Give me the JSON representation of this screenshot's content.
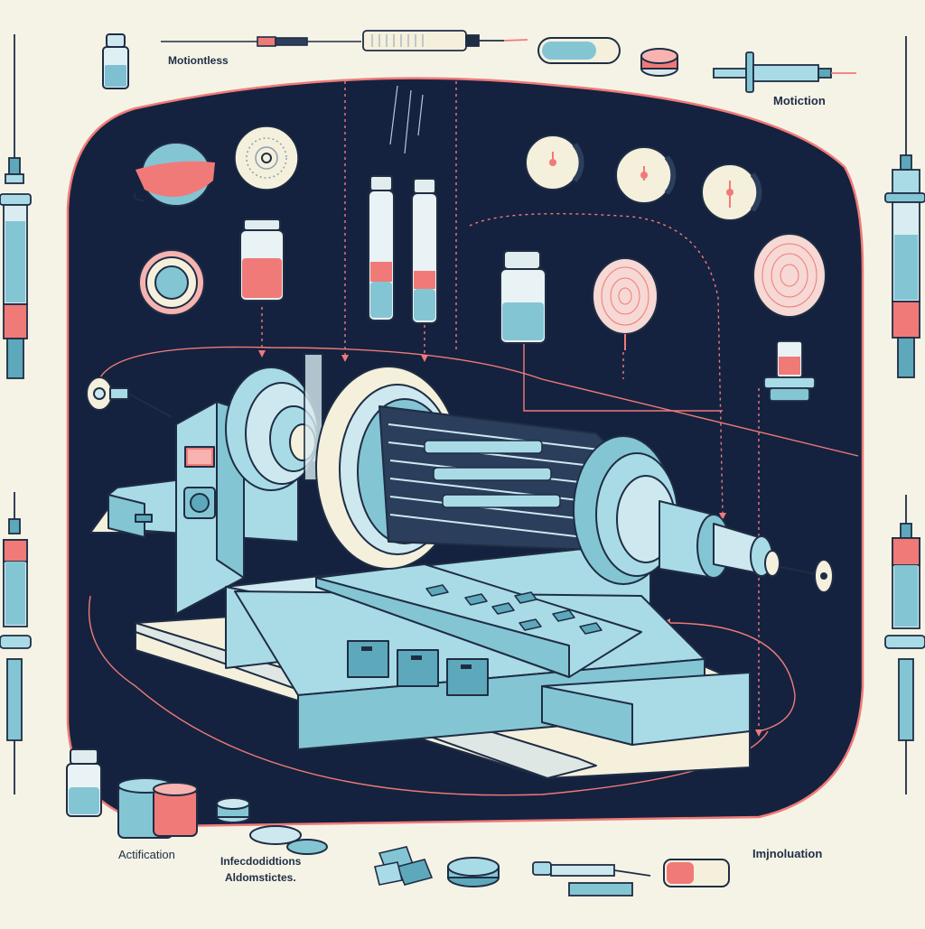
{
  "labels": {
    "top_left": "Motiontless",
    "top_right": "Motiction",
    "bottom_left": "Actification",
    "bottom_middle_line1": "Infecdodidtions",
    "bottom_middle_line2": "Aldomstictes.",
    "bottom_right": "Imjnoluation"
  },
  "colors": {
    "background": "#f4f3e6",
    "panel": "#14223f",
    "outline": "#1f2d44",
    "machine_light": "#a9dbe6",
    "machine_mid": "#84c5d4",
    "machine_dark": "#5ea8bb",
    "accent_red": "#f07a78",
    "accent_pink": "#f6b3b0",
    "cream": "#f4f0dc"
  },
  "icons": [
    "vial-icon",
    "syringe-icon",
    "pill-capsule-icon",
    "tablet-icon",
    "test-tube-icon",
    "petri-dish-icon",
    "centrifuge-machine-icon"
  ]
}
